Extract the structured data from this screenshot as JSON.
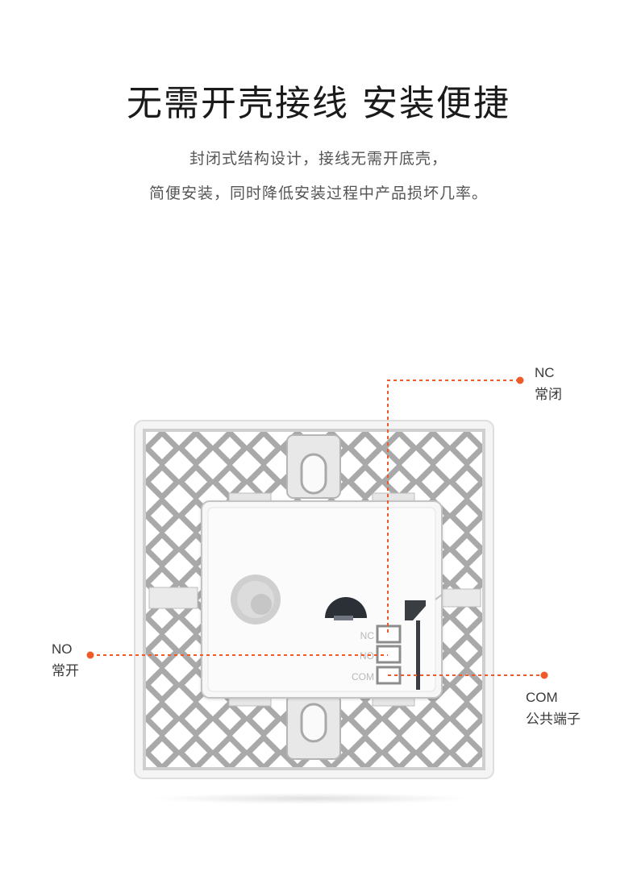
{
  "header": {
    "title": "无需开壳接线 安装便捷",
    "subtitle_line1": "封闭式结构设计，接线无需开底壳，",
    "subtitle_line2": "简便安装，同时降低安装过程中产品损坏几率。"
  },
  "terminals": {
    "nc": "NC",
    "no": "NO",
    "com": "COM"
  },
  "callouts": {
    "nc": {
      "code": "NC",
      "label": "常闭"
    },
    "no": {
      "code": "NO",
      "label": "常开"
    },
    "com": {
      "code": "COM",
      "label": "公共端子"
    }
  },
  "colors": {
    "accent": "#f05a28",
    "frame": "#f2f2f2",
    "lattice": "#a9a9a9",
    "module": "#f7f7f7"
  },
  "icons": [
    "dashed-leader-line",
    "dot-marker"
  ]
}
